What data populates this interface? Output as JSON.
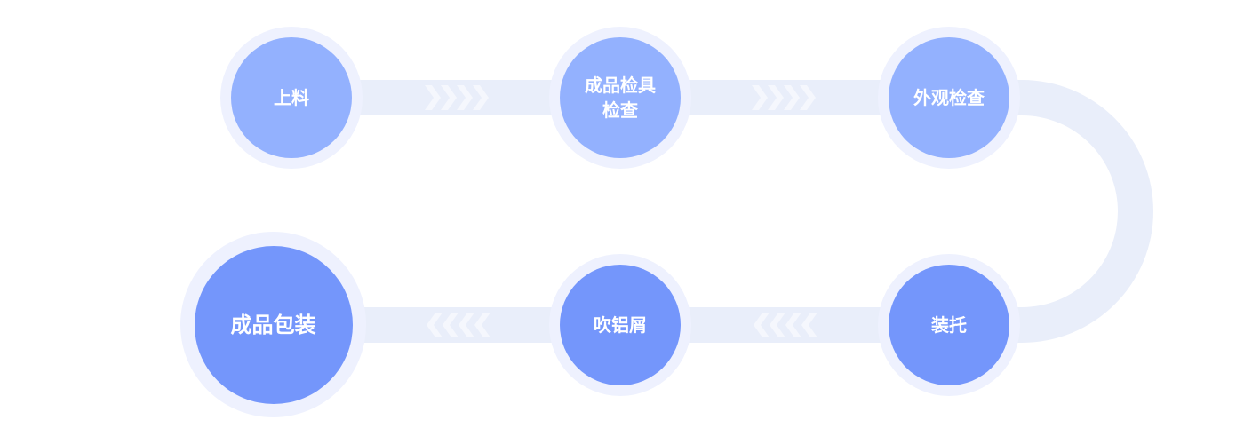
{
  "diagram": {
    "type": "process-flow",
    "colors": {
      "background": "#ffffff",
      "track": "#e9eefa",
      "halo": "#eef1fe",
      "node_light": "#93b1fe",
      "node_dark": "#7496fb",
      "chevron": "#f5f7fd",
      "text": "#ffffff"
    },
    "steps": [
      {
        "id": 1,
        "label": "上料",
        "row": "top"
      },
      {
        "id": 2,
        "label": "成品检具\n检查",
        "row": "top"
      },
      {
        "id": 3,
        "label": "外观检查",
        "row": "top"
      },
      {
        "id": 4,
        "label": "装托",
        "row": "bottom"
      },
      {
        "id": 5,
        "label": "吹铝屑",
        "row": "bottom"
      },
      {
        "id": 6,
        "label": "成品包装",
        "row": "bottom"
      }
    ],
    "connectors": [
      {
        "from": 1,
        "to": 2,
        "icon": "chevrons-right-icon"
      },
      {
        "from": 2,
        "to": 3,
        "icon": "chevrons-right-icon"
      },
      {
        "from": 3,
        "to": 4,
        "icon": "u-turn-arc"
      },
      {
        "from": 4,
        "to": 5,
        "icon": "chevrons-left-icon"
      },
      {
        "from": 5,
        "to": 6,
        "icon": "chevrons-left-icon"
      }
    ]
  }
}
